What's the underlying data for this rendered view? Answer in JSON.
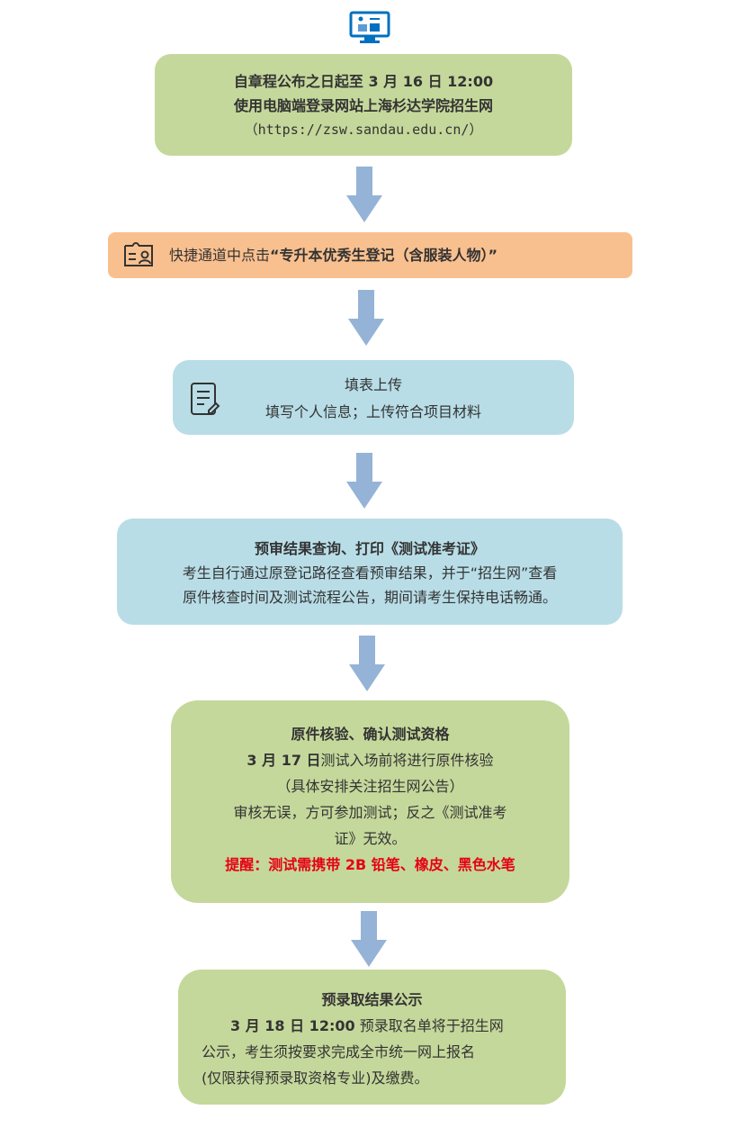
{
  "step1": {
    "line1": "自章程公布之日起至 3 月 16 日 12:00",
    "line2": "使用电脑端登录网站上海杉达学院招生网",
    "line3": "（https://zsw.sandau.edu.cn/）"
  },
  "step2": {
    "prefix": "快捷通道中点击",
    "highlight": "“专升本优秀生登记（含服装人物）”"
  },
  "step3": {
    "title": "填表上传",
    "desc": "填写个人信息；上传符合项目材料"
  },
  "step4": {
    "title": "预审结果查询、打印《测试准考证》",
    "line1": "考生自行通过原登记路径查看预审结果，并于“招生网”查看",
    "line2": "原件核查时间及测试流程公告，期间请考生保持电话畅通。"
  },
  "step5": {
    "title": "原件核验、确认测试资格",
    "date": "3 月 17 日",
    "line1": "测试入场前将进行原件核验",
    "line2": "（具体安排关注招生网公告）",
    "line3": "审核无误，方可参加测试；反之《测试准考",
    "line4": "证》无效。",
    "reminder": "提醒：测试需携带 2B 铅笔、橡皮、黑色水笔"
  },
  "step6": {
    "title": "预录取结果公示",
    "date": "3 月 18 日 12:00",
    "line1": " 预录取名单将于招生网",
    "line2": "公示，考生须按要求完成全市统一网上报名",
    "line3": "(仅限获得预录取资格专业)及缴费。"
  },
  "colors": {
    "green": "#c5d89b",
    "blue": "#b8dde7",
    "orange": "#f9c08f",
    "arrow": "#95b3d7",
    "icon": "#0070c0",
    "red": "#e60012"
  }
}
